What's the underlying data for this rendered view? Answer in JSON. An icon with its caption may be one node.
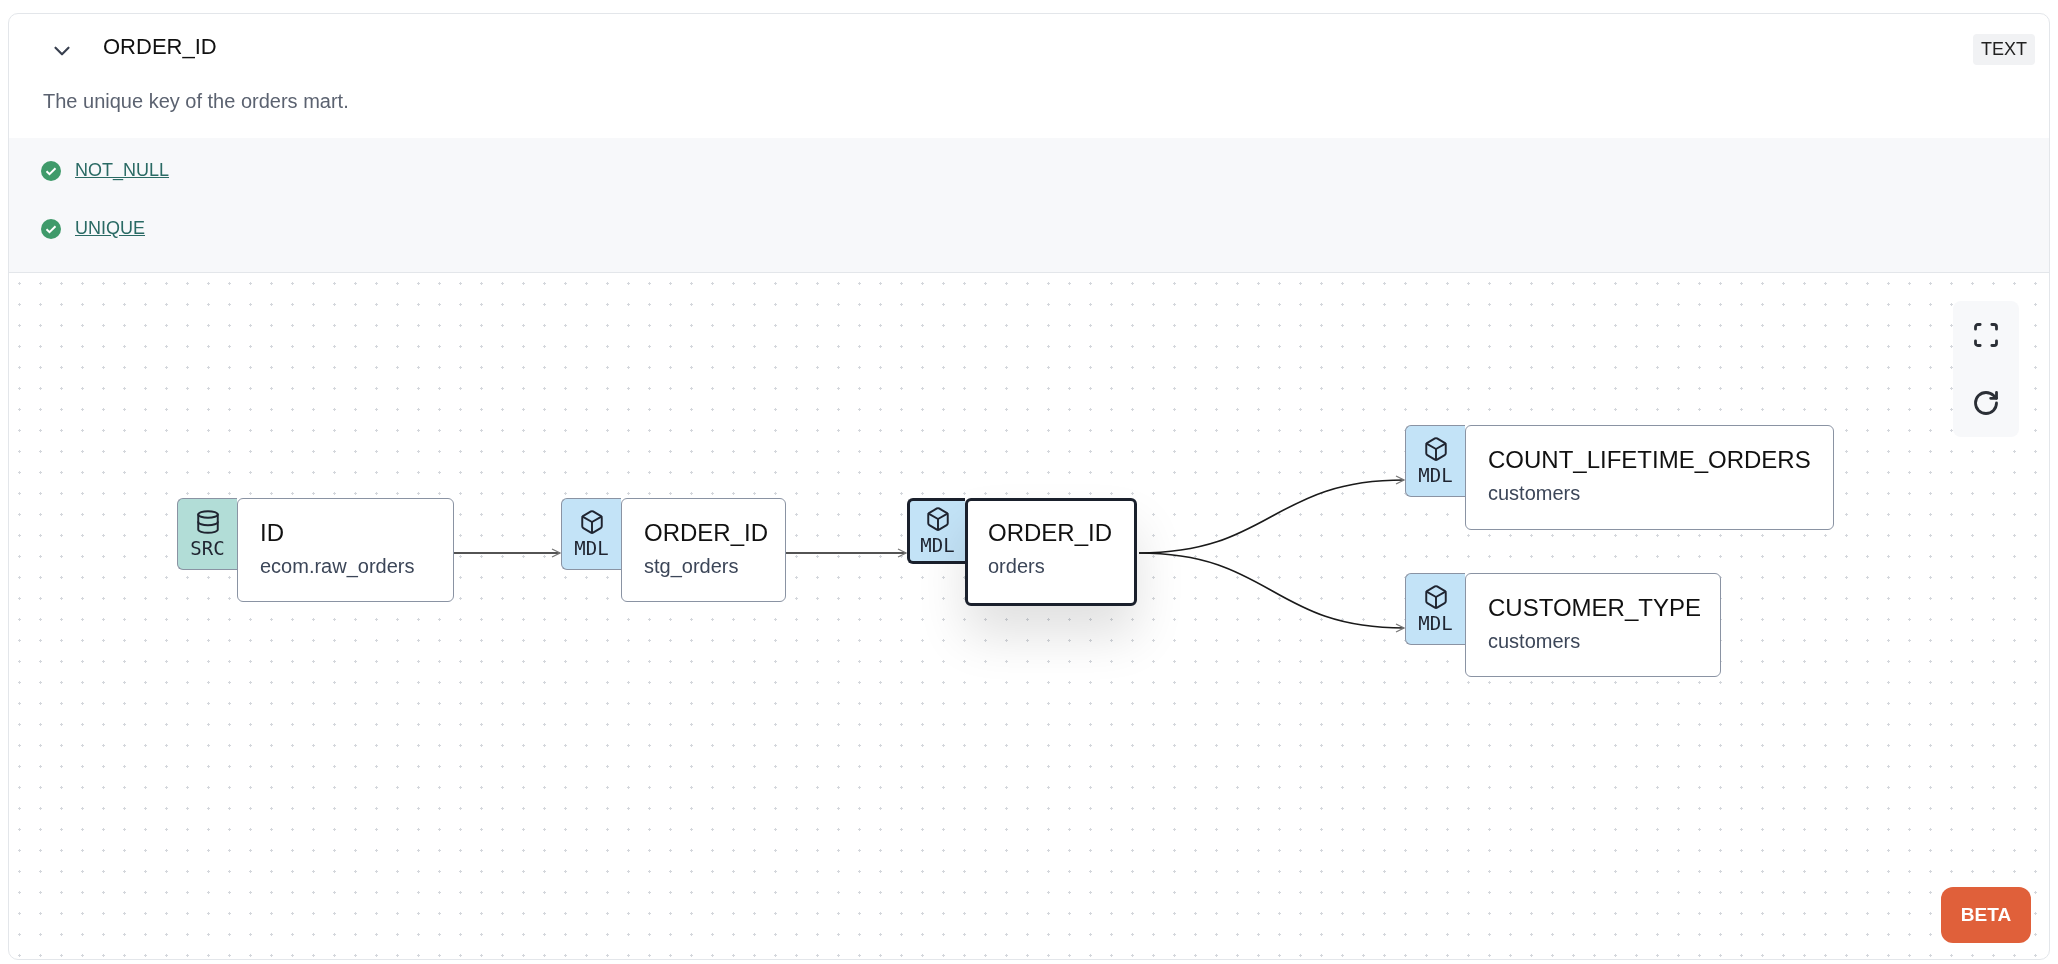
{
  "diagram": {
    "title": "ORDER_ID",
    "nodes": [
      {
        "text": [
          "SRC",
          "ID",
          "ecom.raw_orders"
        ]
      },
      {
        "text": [
          "MDL",
          "ORDER_ID",
          "stg_orders"
        ]
      },
      {
        "text": [
          "MDL",
          "ORDER_ID",
          "orders"
        ]
      },
      {
        "text": [
          "MDL",
          "COUNT_LIFETIME_ORDERS",
          "customers"
        ]
      },
      {
        "text": [
          "MDL",
          "CUSTOMER_TYPE",
          "customers"
        ]
      }
    ],
    "edges": [
      {
        "from": 0,
        "to": 1,
        "arrow": "to"
      },
      {
        "from": 1,
        "to": 2,
        "arrow": "to"
      },
      {
        "from": 2,
        "to": 3,
        "arrow": "to"
      },
      {
        "from": 2,
        "to": 4,
        "arrow": "to"
      }
    ],
    "labels": [
      "TEXT",
      "The unique key of the orders mart.",
      "NOT_NULL",
      "UNIQUE",
      "BETA"
    ]
  }
}
